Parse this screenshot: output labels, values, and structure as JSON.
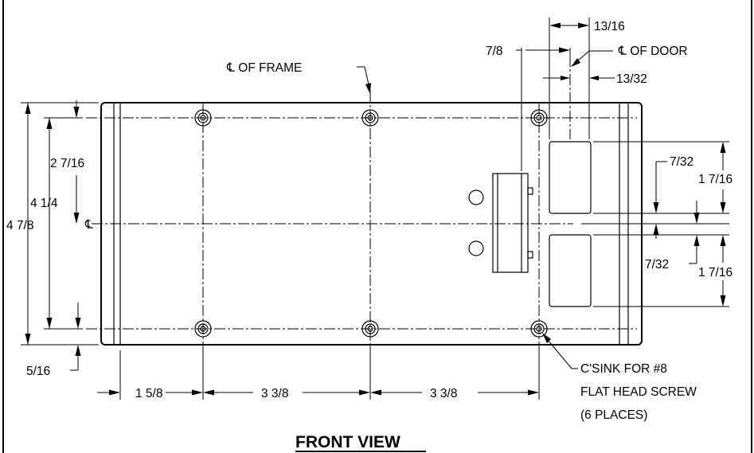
{
  "title": "FRONT VIEW",
  "labels": {
    "cl_frame": "℄ OF FRAME",
    "cl_door": "℄ OF DOOR",
    "cl_symbol": "℄",
    "countersink": [
      "C'SINK FOR #8",
      "FLAT HEAD SCREW",
      "(6 PLACES)"
    ]
  },
  "dimensions": {
    "overall_height": "4 7/8",
    "hole_spacing_vertical": "4 1/4",
    "center_to_hole": "2 7/16",
    "bottom_edge_to_hole": "5/16",
    "left_edge_to_hole": "1 5/8",
    "hole_spacing_1": "3 3/8",
    "hole_spacing_2": "3 3/8",
    "hole_to_door_cl": "7/8",
    "door_cl_to_window_edge": "13/16",
    "door_cl_offset": "13/32",
    "window_offset_top": "7/32",
    "window_offset_bottom": "7/32",
    "window_height_top": "1 7/16",
    "window_height_bottom": "1 7/16"
  }
}
